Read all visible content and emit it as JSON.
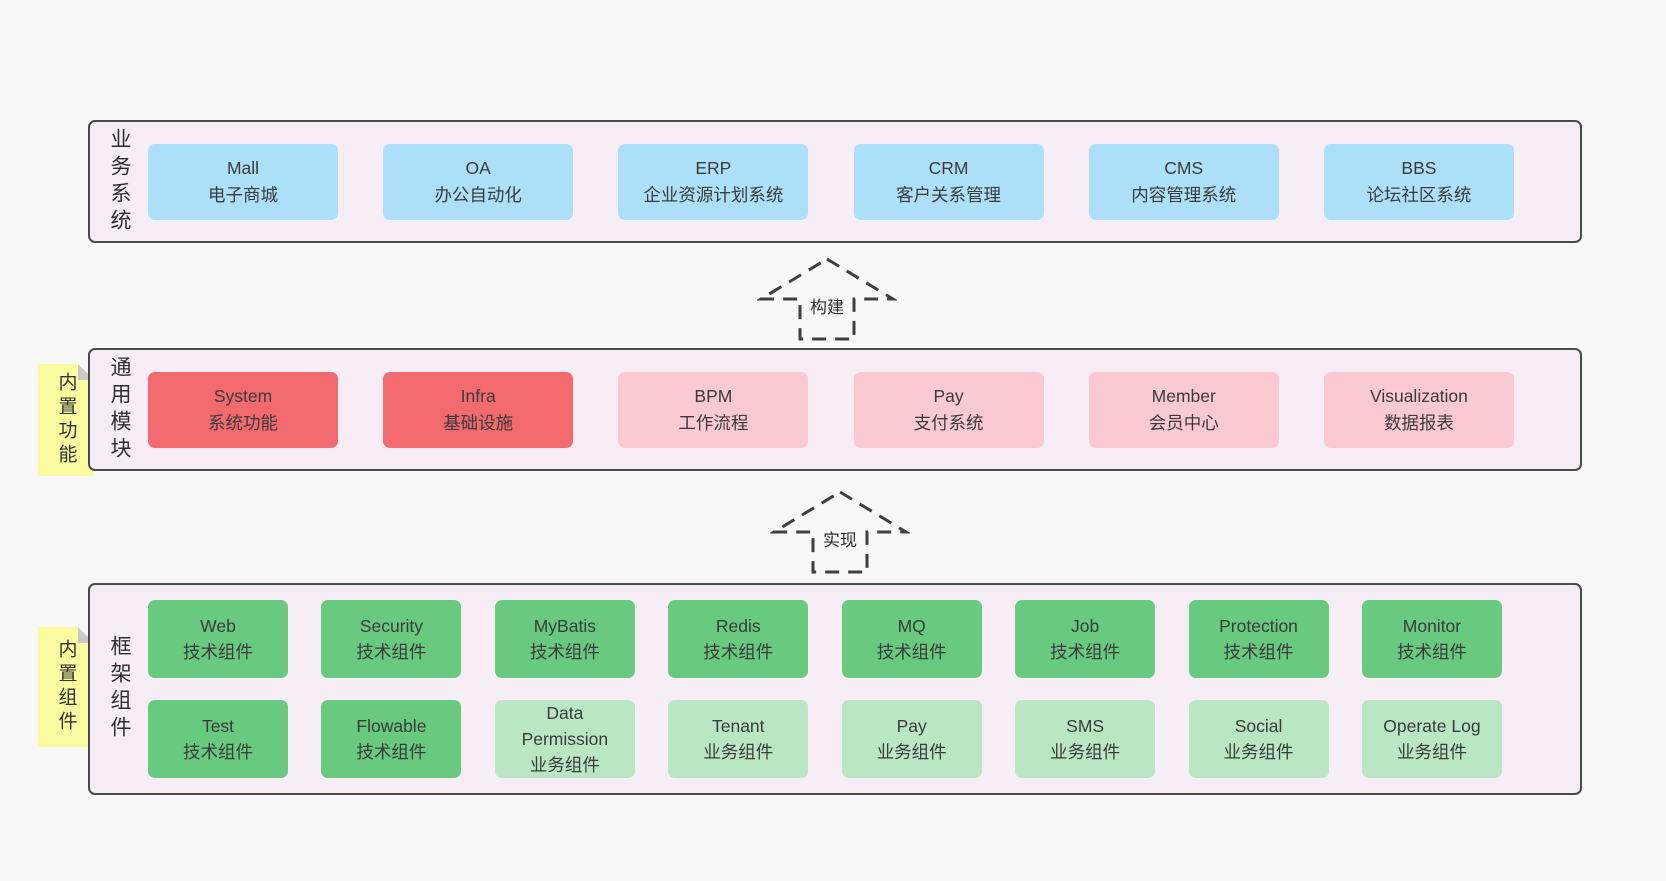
{
  "colors": {
    "bg": "#f8f8f8",
    "bandFill": "#f7edf6",
    "bandBorder": "#4a4a4a",
    "text": "#3b3b3b",
    "blue": "#ace0f9",
    "red": "#f2696e",
    "pink": "#fbc9d2",
    "green": "#67ca7f",
    "lightgreen": "#b9e6c3",
    "sticky": "#fbfb9f",
    "fold": "#c9c9c9",
    "arrow": "#3f3f3f"
  },
  "arrows": [
    {
      "label": "构建"
    },
    {
      "label": "实现"
    }
  ],
  "bands": [
    {
      "label": "业务系统",
      "boxes": [
        {
          "name": "Mall",
          "sub": "电子商城"
        },
        {
          "name": "OA",
          "sub": "办公自动化"
        },
        {
          "name": "ERP",
          "sub": "企业资源计划系统"
        },
        {
          "name": "CRM",
          "sub": "客户关系管理"
        },
        {
          "name": "CMS",
          "sub": "内容管理系统"
        },
        {
          "name": "BBS",
          "sub": "论坛社区系统"
        }
      ]
    },
    {
      "label": "通用模块",
      "sticky": "内置功能",
      "boxes": [
        {
          "name": "System",
          "sub": "系统功能"
        },
        {
          "name": "Infra",
          "sub": "基础设施"
        },
        {
          "name": "BPM",
          "sub": "工作流程"
        },
        {
          "name": "Pay",
          "sub": "支付系统"
        },
        {
          "name": "Member",
          "sub": "会员中心"
        },
        {
          "name": "Visualization",
          "sub": "数据报表"
        }
      ]
    },
    {
      "label": "框架组件",
      "sticky": "内置组件",
      "rows": [
        [
          {
            "name": "Web",
            "sub": "技术组件"
          },
          {
            "name": "Security",
            "sub": "技术组件"
          },
          {
            "name": "MyBatis",
            "sub": "技术组件"
          },
          {
            "name": "Redis",
            "sub": "技术组件"
          },
          {
            "name": "MQ",
            "sub": "技术组件"
          },
          {
            "name": "Job",
            "sub": "技术组件"
          },
          {
            "name": "Protection",
            "sub": "技术组件"
          },
          {
            "name": "Monitor",
            "sub": "技术组件"
          }
        ],
        [
          {
            "name": "Test",
            "sub": "技术组件"
          },
          {
            "name": "Flowable",
            "sub": "技术组件"
          },
          {
            "name": "Data Permission",
            "sub": "业务组件"
          },
          {
            "name": "Tenant",
            "sub": "业务组件"
          },
          {
            "name": "Pay",
            "sub": "业务组件"
          },
          {
            "name": "SMS",
            "sub": "业务组件"
          },
          {
            "name": "Social",
            "sub": "业务组件"
          },
          {
            "name": "Operate Log",
            "sub": "业务组件"
          }
        ]
      ]
    }
  ]
}
